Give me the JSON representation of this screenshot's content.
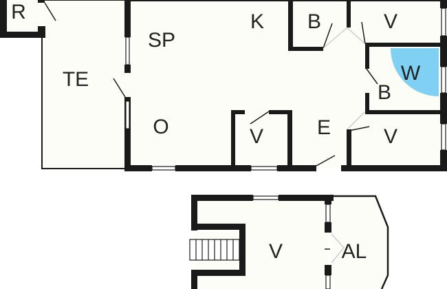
{
  "rooms": {
    "r": "R",
    "te": "TE",
    "sp": "SP",
    "o": "O",
    "k": "K",
    "b_top": "B",
    "v_top_right": "V",
    "w": "W",
    "b_right": "B",
    "e": "E",
    "v_closet": "V",
    "v_lower_right": "V",
    "v_annex": "V",
    "al": "AL"
  },
  "colors": {
    "wall": "#1a1a1a",
    "floor": "#fdfdf7",
    "w_area": "#7fd0f2"
  }
}
